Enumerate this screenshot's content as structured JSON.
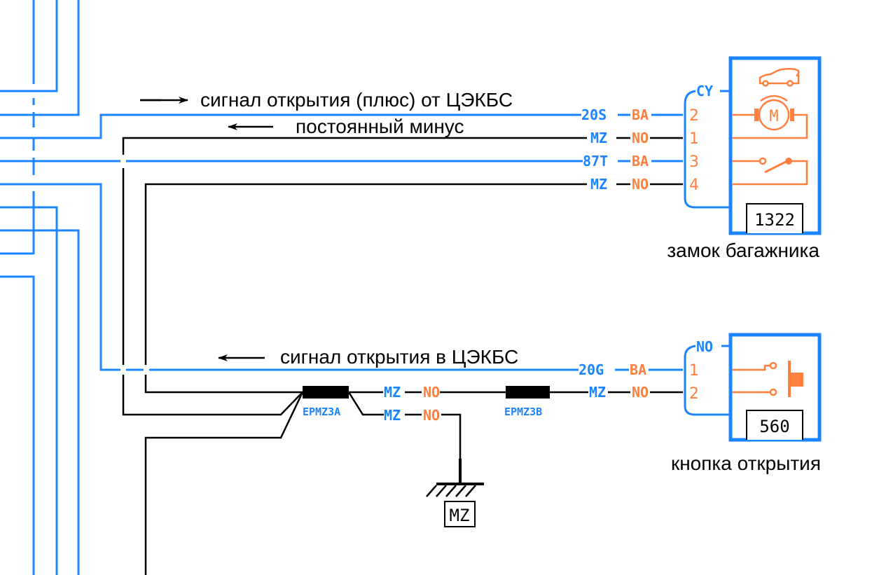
{
  "colors": {
    "wire_blue": "#1a85ff",
    "wire_black": "#000000",
    "pin_orange": "#ff7f3f"
  },
  "annotations": {
    "signal_open_plus": "сигнал открытия (плюс) от ЦЭКБС",
    "constant_minus": "постоянный минус",
    "signal_open_to": "сигнал открытия в ЦЭКБС"
  },
  "components": {
    "trunk_lock": {
      "connector": "CY",
      "ref": "1322",
      "caption": "замок багажника",
      "pins": [
        {
          "pin": "2",
          "wire": "20S",
          "color": "BA"
        },
        {
          "pin": "1",
          "wire": "MZ",
          "color": "NO"
        },
        {
          "pin": "3",
          "wire": "87T",
          "color": "BA"
        },
        {
          "pin": "4",
          "wire": "MZ",
          "color": "NO"
        }
      ],
      "icons": [
        "car-trunk-icon",
        "motor-icon",
        "switch-icon"
      ],
      "motor_letter": "M"
    },
    "open_button": {
      "connector": "NO",
      "ref": "560",
      "caption": "кнопка открытия",
      "pins": [
        {
          "pin": "1",
          "wire": "20G",
          "color": "BA"
        },
        {
          "pin": "2",
          "wire": "MZ",
          "color": "NO"
        }
      ]
    }
  },
  "splices": [
    {
      "name": "EPMZ3A"
    },
    {
      "name": "EPMZ3B"
    }
  ],
  "splice_wires": [
    {
      "wire": "MZ",
      "color": "NO"
    },
    {
      "wire": "MZ",
      "color": "NO"
    }
  ],
  "ground": {
    "label": "MZ"
  }
}
